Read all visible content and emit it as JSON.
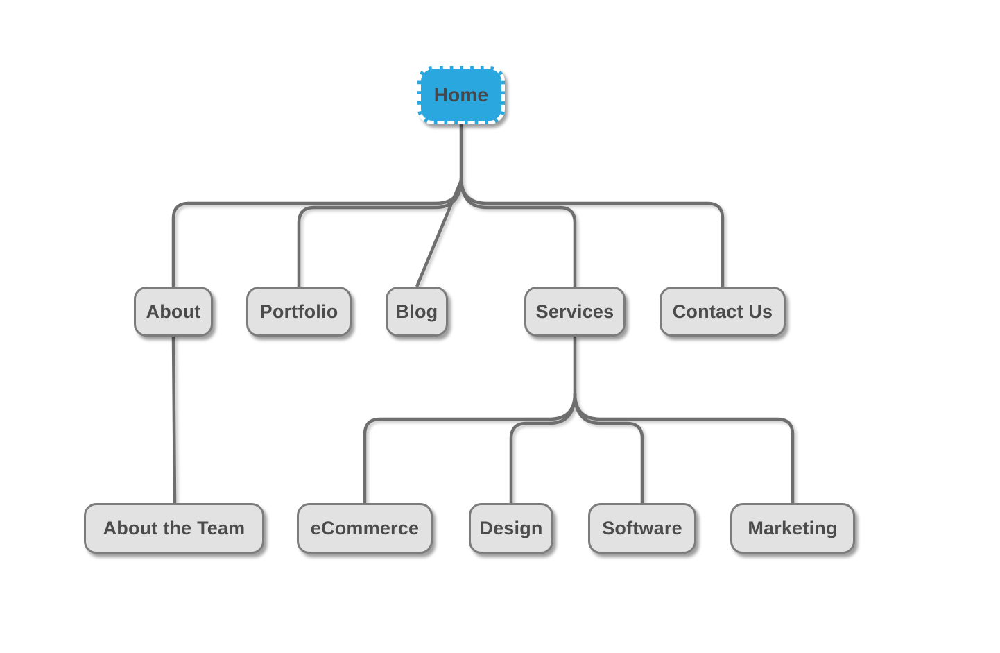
{
  "diagram": {
    "type": "sitemap-tree",
    "colors": {
      "accent_blue": "#2AA7DE",
      "node_fill": "#E2E2E2",
      "node_border": "#7C7C7C",
      "line": "#6E6E6E",
      "text": "#4B4B4B",
      "text_primary": "#44484C"
    },
    "nodes": {
      "home": {
        "label": "Home",
        "level": 0,
        "style": "primary"
      },
      "about": {
        "label": "About",
        "level": 1,
        "parent": "home"
      },
      "portfolio": {
        "label": "Portfolio",
        "level": 1,
        "parent": "home"
      },
      "blog": {
        "label": "Blog",
        "level": 1,
        "parent": "home"
      },
      "services": {
        "label": "Services",
        "level": 1,
        "parent": "home"
      },
      "contact": {
        "label": "Contact Us",
        "level": 1,
        "parent": "home"
      },
      "about_team": {
        "label": "About the Team",
        "level": 2,
        "parent": "about"
      },
      "ecommerce": {
        "label": "eCommerce",
        "level": 2,
        "parent": "services"
      },
      "design": {
        "label": "Design",
        "level": 2,
        "parent": "services"
      },
      "software": {
        "label": "Software",
        "level": 2,
        "parent": "services"
      },
      "marketing": {
        "label": "Marketing",
        "level": 2,
        "parent": "services"
      }
    },
    "edges": [
      {
        "from": "home",
        "to": "about"
      },
      {
        "from": "home",
        "to": "portfolio"
      },
      {
        "from": "home",
        "to": "blog"
      },
      {
        "from": "home",
        "to": "services"
      },
      {
        "from": "home",
        "to": "contact"
      },
      {
        "from": "about",
        "to": "about_team"
      },
      {
        "from": "services",
        "to": "ecommerce"
      },
      {
        "from": "services",
        "to": "design"
      },
      {
        "from": "services",
        "to": "software"
      },
      {
        "from": "services",
        "to": "marketing"
      }
    ]
  }
}
